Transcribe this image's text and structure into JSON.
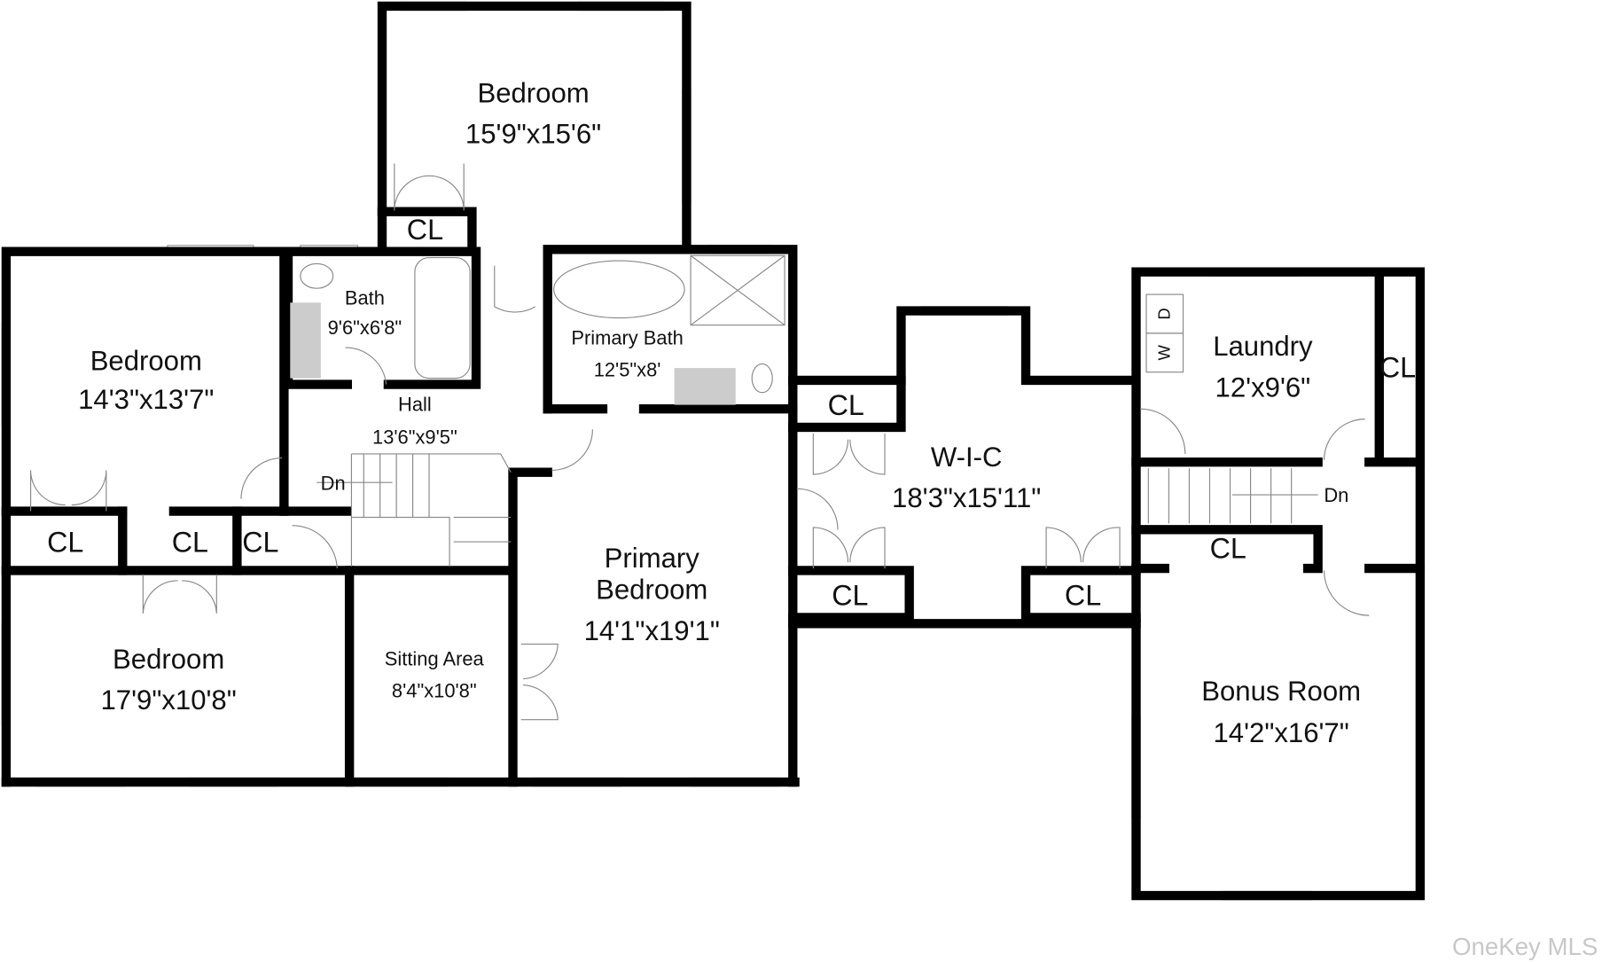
{
  "rooms": [
    {
      "name": "Bedroom",
      "size": "15'9\"x15'6\""
    },
    {
      "name": "Bedroom",
      "size": "14'3\"x13'7\""
    },
    {
      "name": "Bath",
      "size": "9'6\"x6'8\""
    },
    {
      "name": "Primary Bath",
      "size": "12'5\"x8'"
    },
    {
      "name": "Hall",
      "size": "13'6\"x9'5\""
    },
    {
      "name": "Primary Bedroom",
      "size": "14'1\"x19'1\""
    },
    {
      "name": "Bedroom",
      "size": "17'9\"x10'8\""
    },
    {
      "name": "Sitting Area",
      "size": "8'4\"x10'8\""
    },
    {
      "name": "W-I-C",
      "size": "18'3\"x15'11\""
    },
    {
      "name": "Laundry",
      "size": "12'x9'6\""
    },
    {
      "name": "Bonus Room",
      "size": "14'2\"x16'7\""
    }
  ],
  "primary_bedroom_line1": "Primary",
  "primary_bedroom_line2": "Bedroom",
  "closet_label": "CL",
  "stairs_label": "Dn",
  "washer_label": "W",
  "dryer_label": "D",
  "watermark": "OneKey MLS"
}
